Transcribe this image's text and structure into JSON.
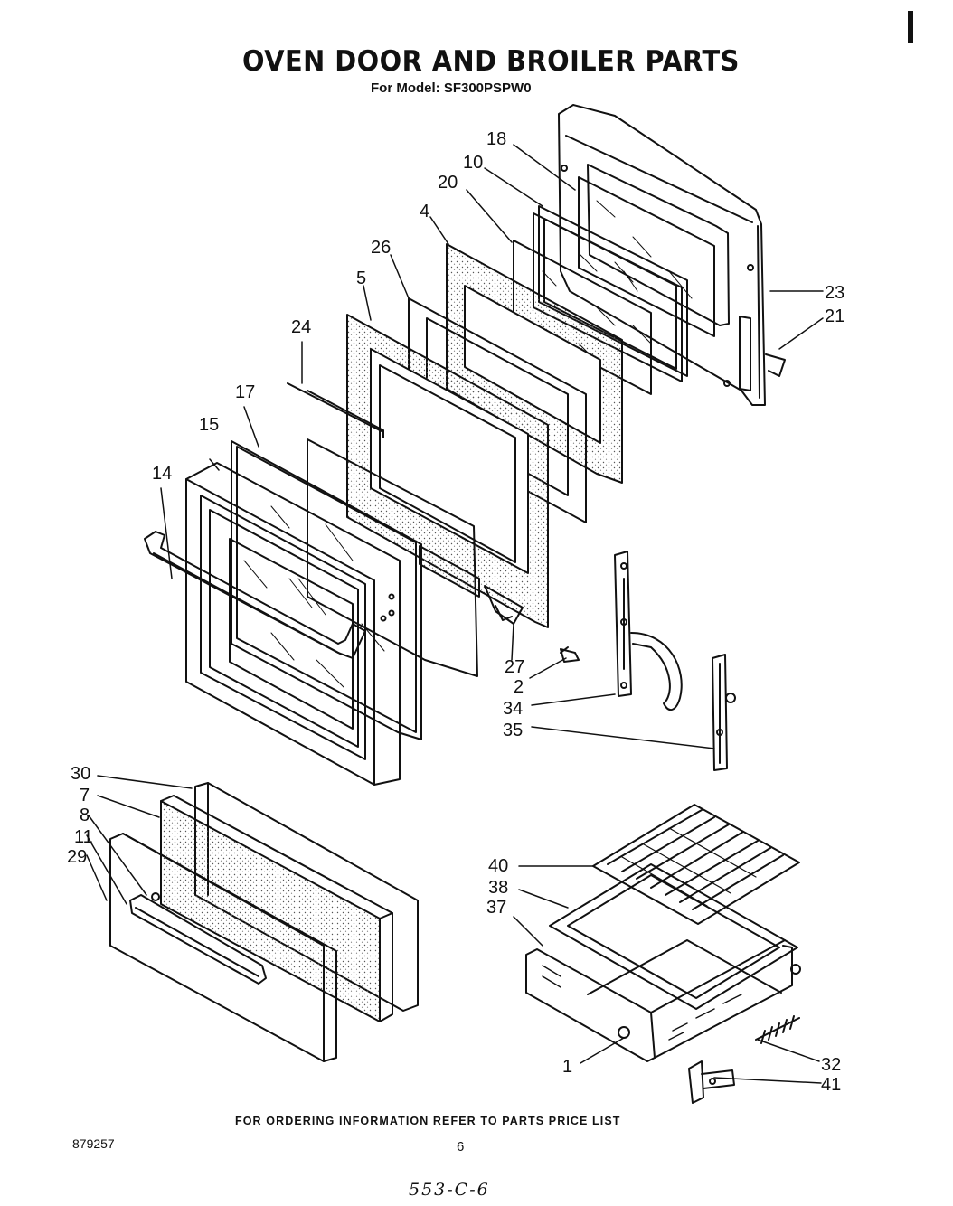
{
  "header": {
    "title": "OVEN DOOR AND BROILER PARTS",
    "model_line": "For Model: SF300PSPW0"
  },
  "diagram": {
    "callouts": [
      "18",
      "10",
      "20",
      "4",
      "26",
      "5",
      "24",
      "17",
      "15",
      "14",
      "23",
      "21",
      "27",
      "2",
      "34",
      "35",
      "30",
      "7",
      "8",
      "11",
      "29",
      "40",
      "38",
      "37",
      "1",
      "32",
      "41"
    ]
  },
  "footer": {
    "ordering_note": "FOR ORDERING INFORMATION REFER TO PARTS PRICE LIST",
    "doc_number": "879257",
    "page_number": "6",
    "handwritten_note": "553-C-6"
  }
}
